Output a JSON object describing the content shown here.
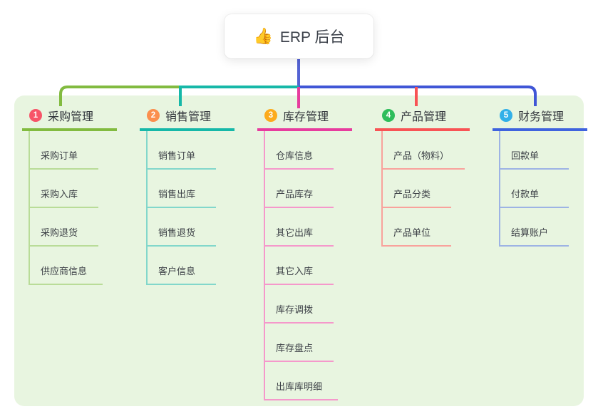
{
  "root": {
    "icon": "👍",
    "label": "ERP 后台"
  },
  "colors": {
    "panel_bg": "#e8f5e0",
    "root_connector": "#5463d4",
    "bus_right": "#4056d6"
  },
  "branches": [
    {
      "number": "1",
      "label": "采购管理",
      "badge": "#f75468",
      "accent": "#82bb40",
      "light": "#b9dc98",
      "children": [
        "采购订单",
        "采购入库",
        "采购退货",
        "供应商信息"
      ]
    },
    {
      "number": "2",
      "label": "销售管理",
      "badge": "#fb8f4e",
      "accent": "#16b8a8",
      "light": "#82d7cb",
      "children": [
        "销售订单",
        "销售出库",
        "销售退货",
        "客户信息"
      ]
    },
    {
      "number": "3",
      "label": "库存管理",
      "badge": "#fcab1d",
      "accent": "#e73c9e",
      "light": "#f598cb",
      "children": [
        "仓库信息",
        "产品库存",
        "其它出库",
        "其它入库",
        "库存调拨",
        "库存盘点",
        "出库库明细"
      ]
    },
    {
      "number": "4",
      "label": "产品管理",
      "badge": "#2ebd5b",
      "accent": "#f85355",
      "light": "#f9a29c",
      "children": [
        "产品（物料）",
        "产品分类",
        "产品单位"
      ]
    },
    {
      "number": "5",
      "label": "财务管理",
      "badge": "#32b0e8",
      "accent": "#3f63de",
      "light": "#9db3e4",
      "children": [
        "回款单",
        "付款单",
        "结算账户"
      ]
    }
  ]
}
